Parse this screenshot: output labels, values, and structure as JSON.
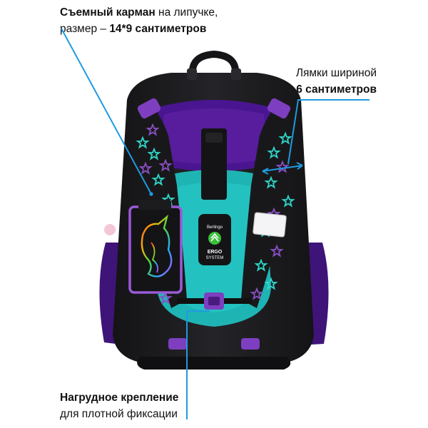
{
  "callouts": {
    "pocket": {
      "line1_bold": "Съемный карман",
      "line1_rest": " на липучке,",
      "line2_pre": "размер – ",
      "line2_bold": "14*9 сантиметров"
    },
    "straps": {
      "line1": "Лямки шириной",
      "line2_bold": "6 сантиметров"
    },
    "chest": {
      "line1_bold": "Нагрудное крепление",
      "line2": "для плотной фиксации"
    }
  },
  "product": {
    "brand": "Berlingo",
    "system_line1": "ERGO",
    "system_line2": "SYSTEM"
  },
  "colors": {
    "callout_line": "#1e9be0",
    "bag_body": "#1c1c1e",
    "purple": "#5b1fa0",
    "teal": "#1fb4b4",
    "trim_violet": "#8a4fc4"
  }
}
